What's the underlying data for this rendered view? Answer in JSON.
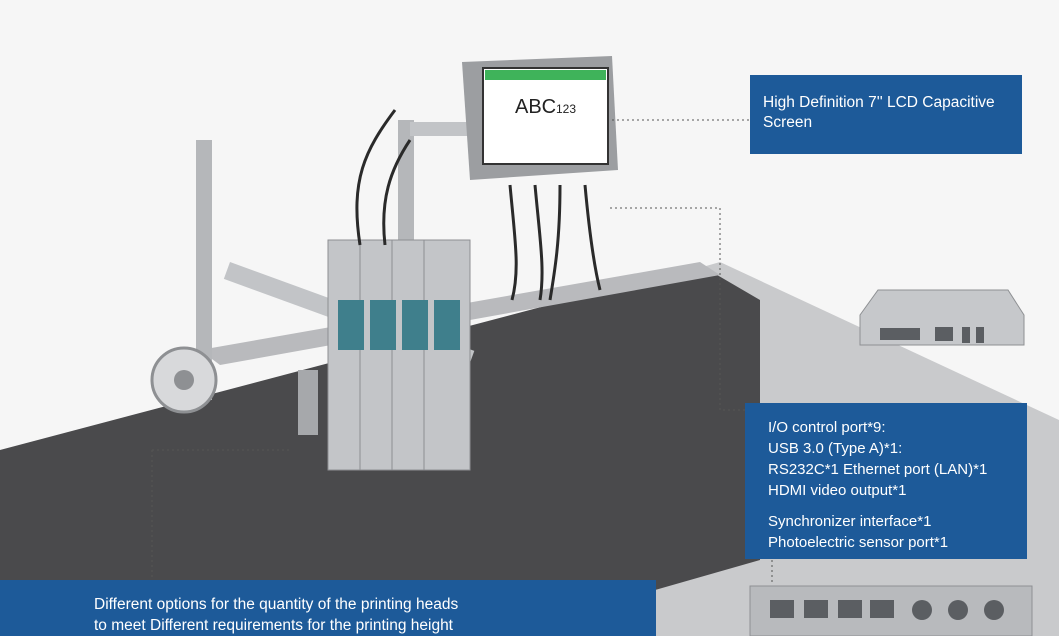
{
  "callouts": {
    "screen": {
      "lines": [
        "High Definition 7'' LCD Capacitive",
        "Screen"
      ]
    },
    "ports": {
      "lines": [
        "I/O control port*9:",
        "USB 3.0 (Type A)*1:",
        "RS232C*1  Ethernet port (LAN)*1",
        "HDMI video output*1"
      ],
      "extra_lines": [
        "Synchronizer interface*1",
        "Photoelectric sensor port*1"
      ]
    },
    "heads": {
      "lines": [
        "Different options for the quantity of the printing heads",
        "to meet Different requirements for the printing height"
      ]
    }
  },
  "screen_display": {
    "sample_text": "ABC",
    "sample_number": "123"
  },
  "colors": {
    "callout_bg": "#1d5a99",
    "callout_text": "#ffffff",
    "belt": "#4a4a4c",
    "screen_header": "#3fb35a",
    "frame": "#b7b9bc"
  }
}
